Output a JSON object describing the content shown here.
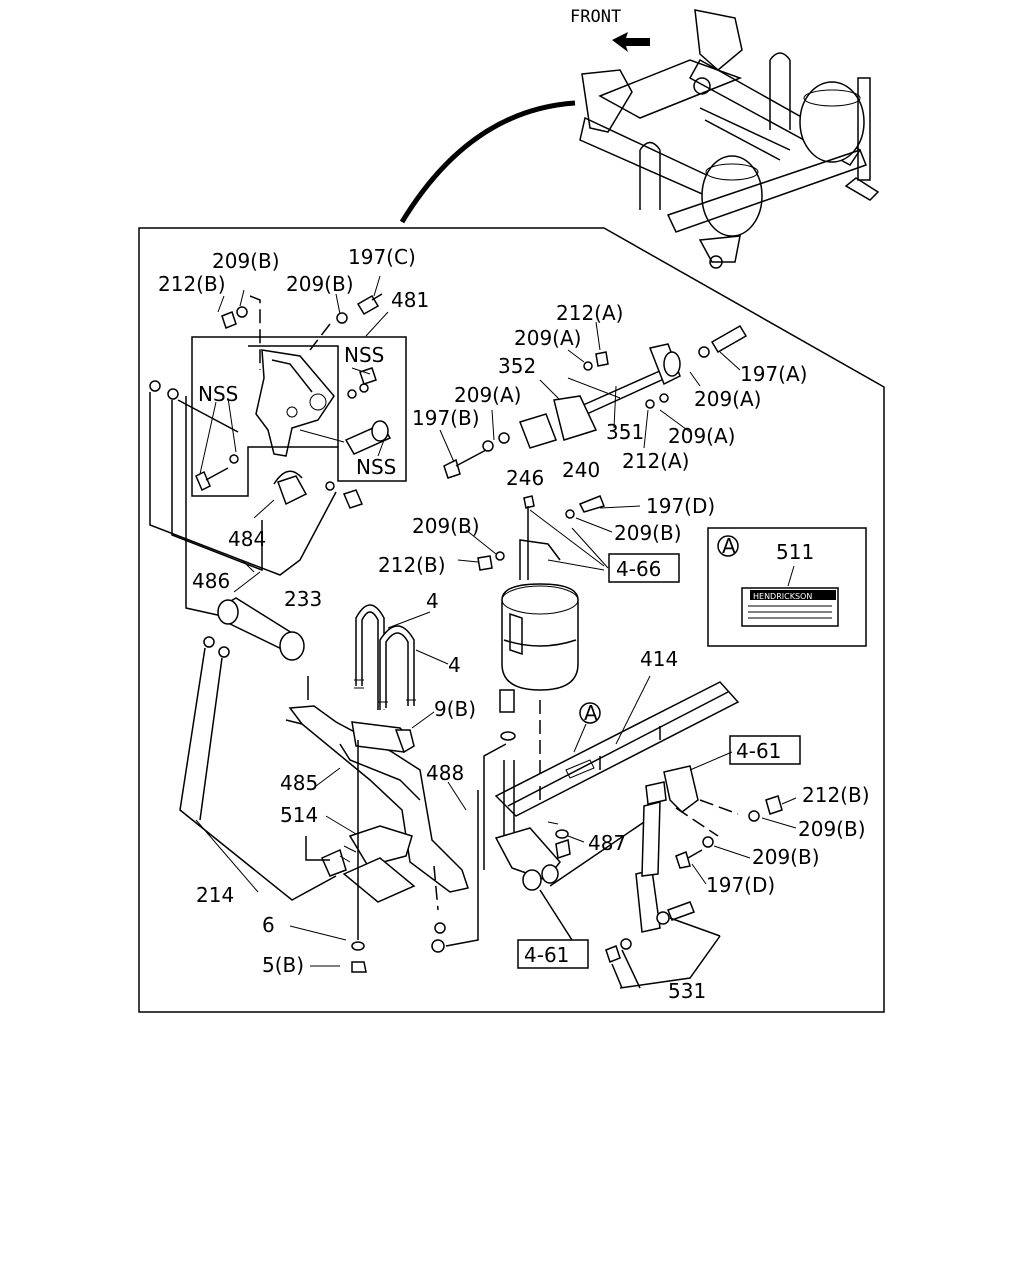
{
  "header": {
    "front_label": "FRONT"
  },
  "callouts": {
    "c209b_top": "209(B)",
    "c212b_top": "212(B)",
    "c197c": "197(C)",
    "c209b_mid": "209(B)",
    "c481": "481",
    "nss_1": "NSS",
    "nss_2": "NSS",
    "nss_3": "NSS",
    "c484": "484",
    "c486": "486",
    "c233": "233",
    "c212a_top": "212(A)",
    "c209a_1": "209(A)",
    "c352": "352",
    "c197a": "197(A)",
    "c209a_2": "209(A)",
    "c209a_3": "209(A)",
    "c351": "351",
    "c209a_4": "209(A)",
    "c197b": "197(B)",
    "c212a_2": "212(A)",
    "c246": "246",
    "c240": "240",
    "c197d_1": "197(D)",
    "c209b_2": "209(B)",
    "c209b_3": "209(B)",
    "c212b_2": "212(B)",
    "ref_466": "4-66",
    "c511": "511",
    "c4_1": "4",
    "c4_2": "4",
    "c414": "414",
    "c9b": "9(B)",
    "ref_461_a": "4-61",
    "c212b_3": "212(B)",
    "c209b_4": "209(B)",
    "c209b_5": "209(B)",
    "c197d_2": "197(D)",
    "c485": "485",
    "c488": "488",
    "c514": "514",
    "c487": "487",
    "c214": "214",
    "c6": "6",
    "c5b": "5(B)",
    "ref_461_b": "4-61",
    "c531": "531"
  },
  "inset": {
    "marker": "A",
    "label_brand": "HENDRICKSON"
  },
  "detail_marker": "A"
}
